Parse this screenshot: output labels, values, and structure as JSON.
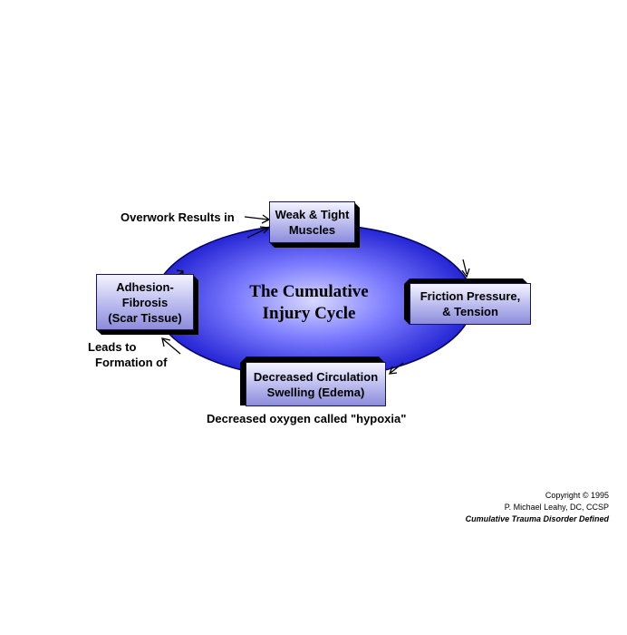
{
  "center": {
    "line1": "The Cumulative",
    "line2": "Injury Cycle"
  },
  "boxes": {
    "weak_tight": {
      "line1": "Weak & Tight",
      "line2": "Muscles"
    },
    "friction": {
      "line1": "Friction Pressure,",
      "line2": "& Tension"
    },
    "circulation": {
      "line1": "Decreased Circulation",
      "line2": "Swelling (Edema)"
    },
    "adhesion": {
      "line1": "Adhesion-",
      "line2": "Fibrosis",
      "line3": "(Scar Tissue)"
    }
  },
  "labels": {
    "overwork": "Overwork Results in",
    "leads_to_line1": "Leads to",
    "leads_to_line2": "Formation of",
    "hypoxia": "Decreased oxygen called \"hypoxia\""
  },
  "copyright": {
    "line1": "Copyright © 1995",
    "line2": "P. Michael Leahy, DC, CCSP",
    "line3": "Cumulative Trauma Disorder Defined"
  },
  "colors": {
    "ellipse_center": "#d8d8ff",
    "ellipse_mid": "#5a5aff",
    "ellipse_edge": "#1212c8",
    "box_shadow": "#000000",
    "arrow": "#000000"
  }
}
